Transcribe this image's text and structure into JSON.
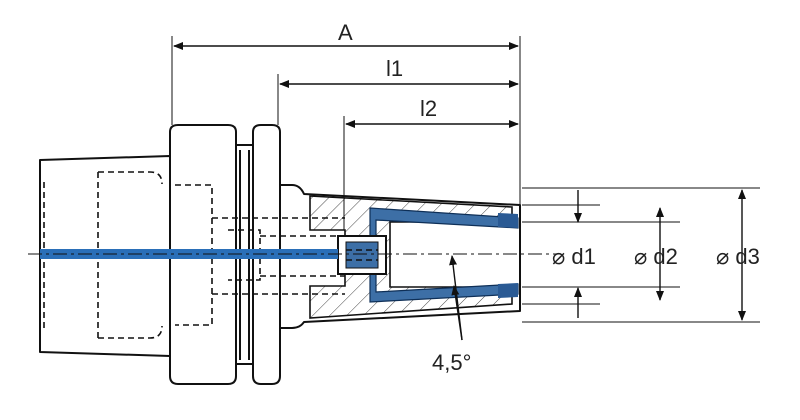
{
  "dimensions": {
    "A": "A",
    "l1": "l1",
    "l2": "l2",
    "d1": "⌀ d1",
    "d2": "⌀ d2",
    "d3": "⌀ d3",
    "angle": "4,5°"
  },
  "colors": {
    "coolant_channel": "#2a6fb8",
    "collet": "#3d6fa6",
    "outline": "#111111",
    "background": "#ffffff"
  }
}
